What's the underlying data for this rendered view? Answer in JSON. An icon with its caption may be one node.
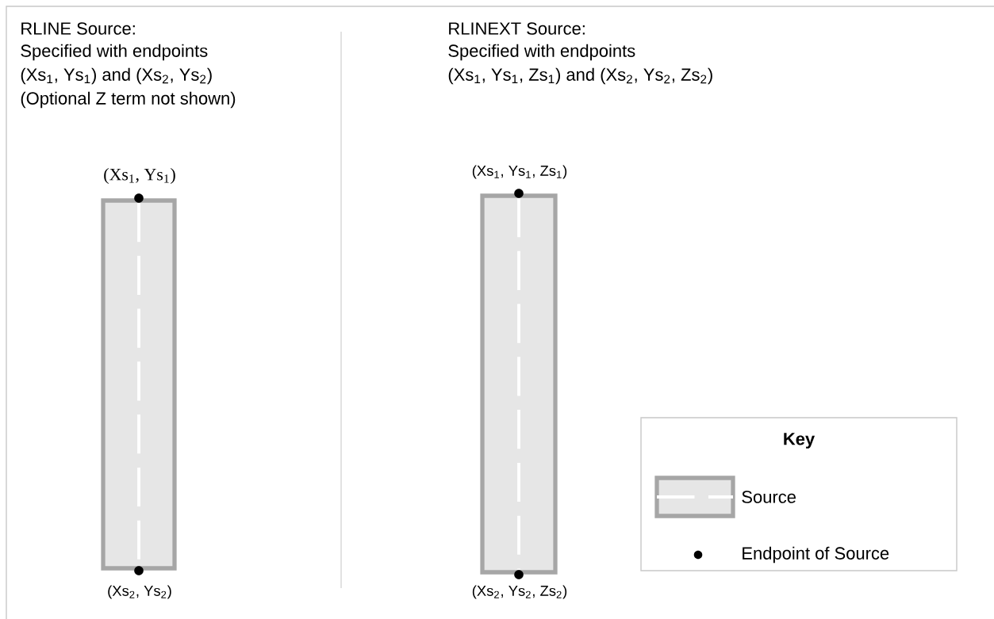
{
  "diagram": {
    "nodes": [
      {
        "text": [],
        "shape": "box",
        "beside": [
          "(Xs$_{1}$, Ys$_{1}$)",
          "(Xs$_{2}$, Ys$_{2}$)"
        ]
      },
      {
        "text": [],
        "shape": "box",
        "beside": [
          "(Xs$_{1}$, Ys$_{1}$, Zs$_{1}$)",
          "(Xs$_{2}$, Ys$_{2}$, Zs$_{2}$)"
        ]
      }
    ],
    "labels": [
      "RLINE Source:",
      "Specified with endpoints",
      "(Xs$_{1}$, Ys$_{1}$) and (Xs$_{2}$, Ys$_{2}$)",
      "(Optional Z term not shown)",
      "RLINEXT Source:",
      "Specified with endpoints",
      "(Xs$_{1}$, Ys$_{1}$, Zs$_{1}$) and (Xs$_{2}$, Ys$_{2}$, Zs$_{2}$)",
      "Key"
    ],
    "legend": [
      {
        "text": "Source"
      },
      {
        "text": "Endpoint of Source"
      }
    ]
  }
}
